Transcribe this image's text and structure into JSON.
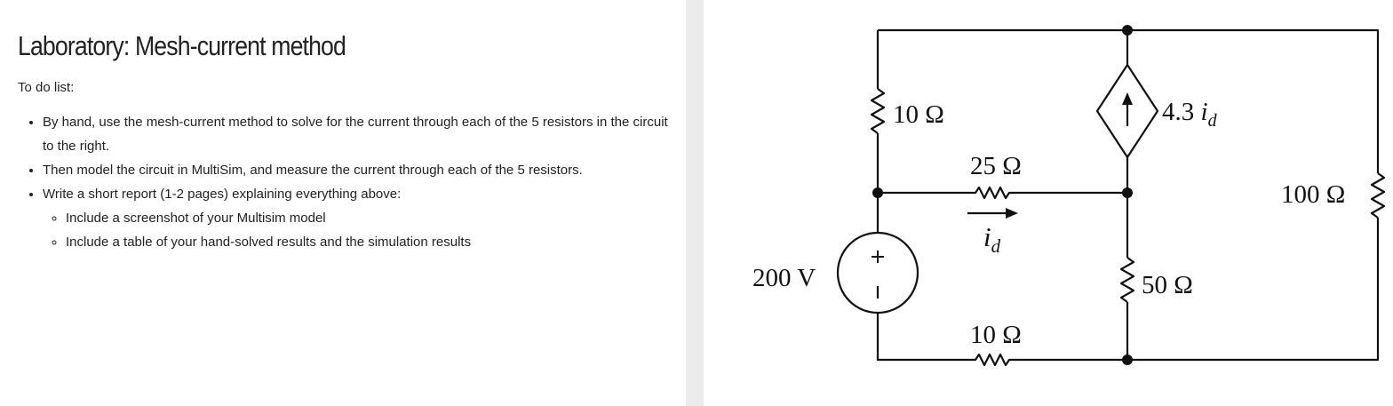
{
  "assignment": {
    "title": "Laboratory: Mesh-current method",
    "todo_label": "To do list:",
    "tasks": [
      "By hand, use the mesh-current method to solve for the current through each of the 5 resistors in the circuit to the right.",
      "Then model the circuit in MultiSim, and measure the current through each of the 5 resistors.",
      "Write a short report (1-2 pages) explaining everything above:"
    ],
    "subtasks": [
      "Include a screenshot of your Multisim model",
      "Include a table of your hand-solved results and the simulation results"
    ]
  },
  "circuit": {
    "r_top_left": "10 Ω",
    "r_middle": "25 Ω",
    "r_bottom": "10 Ω",
    "r_right_center": "50 Ω",
    "r_far_right": "100 Ω",
    "source_voltage": "200 V",
    "plus_sign": "+",
    "minus_sign": "−",
    "dep_source_coef": "4.3 ",
    "dep_source_var": "i",
    "dep_source_sub": "d",
    "current_var": "i",
    "current_sub": "d"
  }
}
